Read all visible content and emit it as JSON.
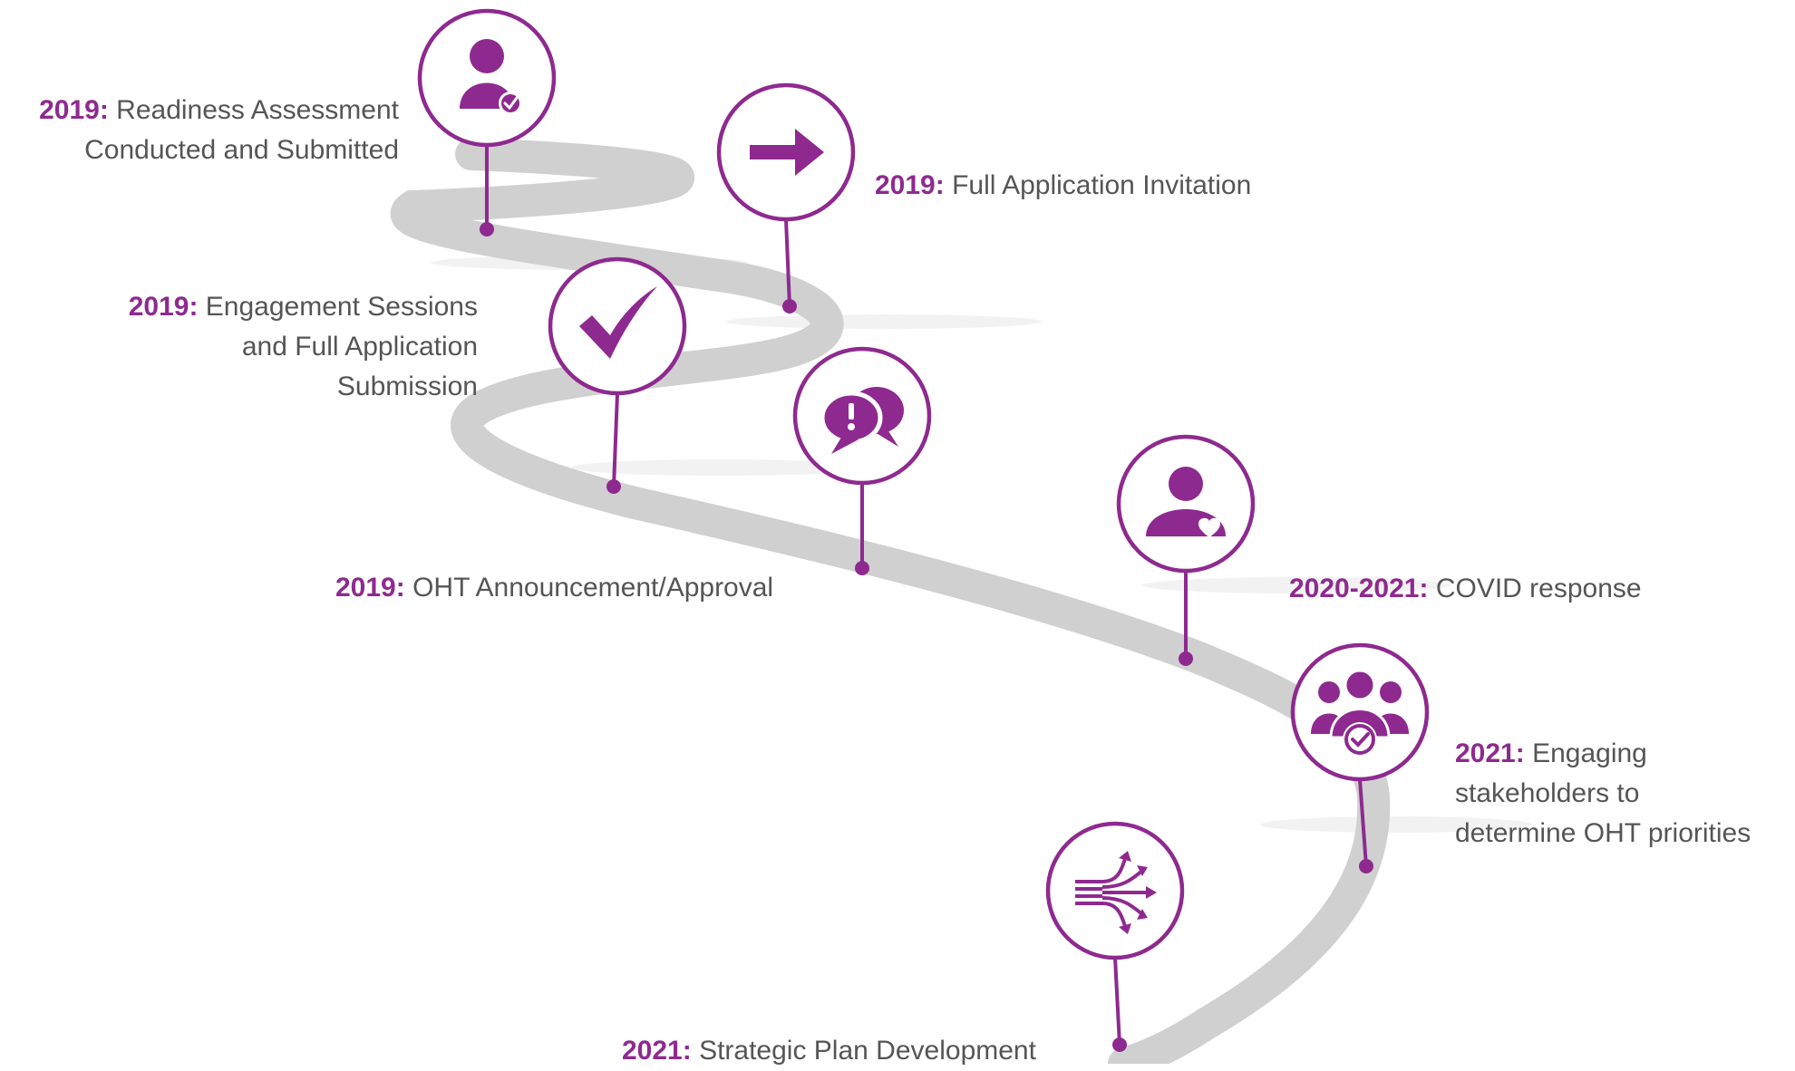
{
  "accent": "#8e2a8f",
  "road_color": "#d0d0d0",
  "text_color": "#555555",
  "milestones": [
    {
      "year": "2019:",
      "text_lines": [
        "Readiness Assessment",
        "Conducted and Submitted"
      ],
      "icon": "person-check-icon"
    },
    {
      "year": "2019:",
      "text_lines": [
        "Full Application Invitation"
      ],
      "icon": "arrow-right-icon"
    },
    {
      "year": "2019:",
      "text_lines": [
        "Engagement Sessions",
        "and Full Application",
        "Submission"
      ],
      "icon": "checkmark-icon"
    },
    {
      "year": "2019:",
      "text_lines": [
        "OHT Announcement/Approval"
      ],
      "icon": "speech-bubbles-icon"
    },
    {
      "year": "2020-2021:",
      "text_lines": [
        "COVID response"
      ],
      "icon": "person-heart-icon"
    },
    {
      "year": "2021:",
      "text_lines": [
        "Engaging",
        "stakeholders to",
        "determine OHT priorities"
      ],
      "icon": "group-check-icon"
    },
    {
      "year": "2021:",
      "text_lines": [
        "Strategic Plan Development"
      ],
      "icon": "diverging-arrows-icon"
    }
  ]
}
